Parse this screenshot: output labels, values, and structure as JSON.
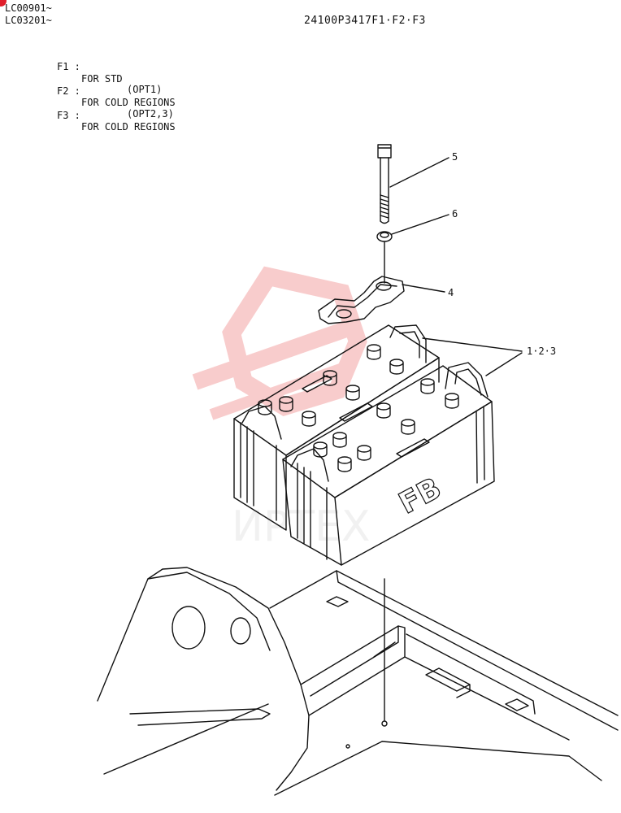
{
  "header": {
    "serial_1": "LC00901~",
    "serial_2": "LC03201~",
    "drawing_code": "24100P3417F1·F2·F3"
  },
  "legend": [
    {
      "key": "F1 :",
      "line1": "",
      "line2": "FOR STD"
    },
    {
      "key": "F2 :",
      "line1": "(OPT1)",
      "line2": "FOR COLD REGIONS"
    },
    {
      "key": "F3 :",
      "line1": "(OPT2,3)",
      "line2": "FOR COLD REGIONS"
    }
  ],
  "callouts": {
    "bolt": "5",
    "washer": "6",
    "clamp": "4",
    "battery": "1·2·3"
  },
  "battery_label": "FB",
  "watermark_text": "ИРТЕХ",
  "colors": {
    "line": "#111111",
    "watermark": "#f3a3a3",
    "badge": "#e01e2b"
  }
}
